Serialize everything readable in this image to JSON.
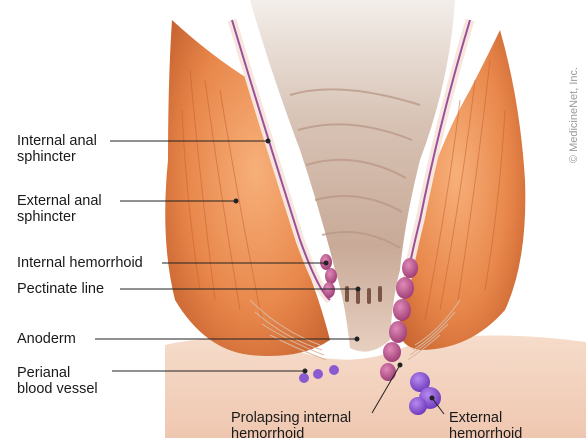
{
  "copyright": "© MedicineNet, Inc.",
  "labels": {
    "internal_anal_sphincter": {
      "line1": "Internal anal",
      "line2": "sphincter"
    },
    "external_anal_sphincter": {
      "line1": "External anal",
      "line2": "sphincter"
    },
    "internal_hemorrhoid": "Internal hemorrhoid",
    "pectinate_line": "Pectinate line",
    "anoderm": "Anoderm",
    "perianal_blood_vessel": {
      "line1": "Perianal",
      "line2": "blood vessel"
    },
    "prolapsing_internal_hemorrhoid": {
      "line1": "Prolapsing internal",
      "line2": "hemorrhoid"
    },
    "external_hemorrhoid": {
      "line1": "External",
      "line2": "hemorrhoid"
    }
  },
  "colors": {
    "muscle": "#e88a4c",
    "muscle_dark": "#b8562a",
    "muscle_light": "#f6b27e",
    "skin": "#f3d2bf",
    "canal": "#d9c4b6",
    "mucosa": "#b04a78",
    "hemorrhoid": "#c05a92",
    "external_hemorrhoid": "#8a5ad0",
    "sphincter_stripe": "#9b4f9a"
  }
}
